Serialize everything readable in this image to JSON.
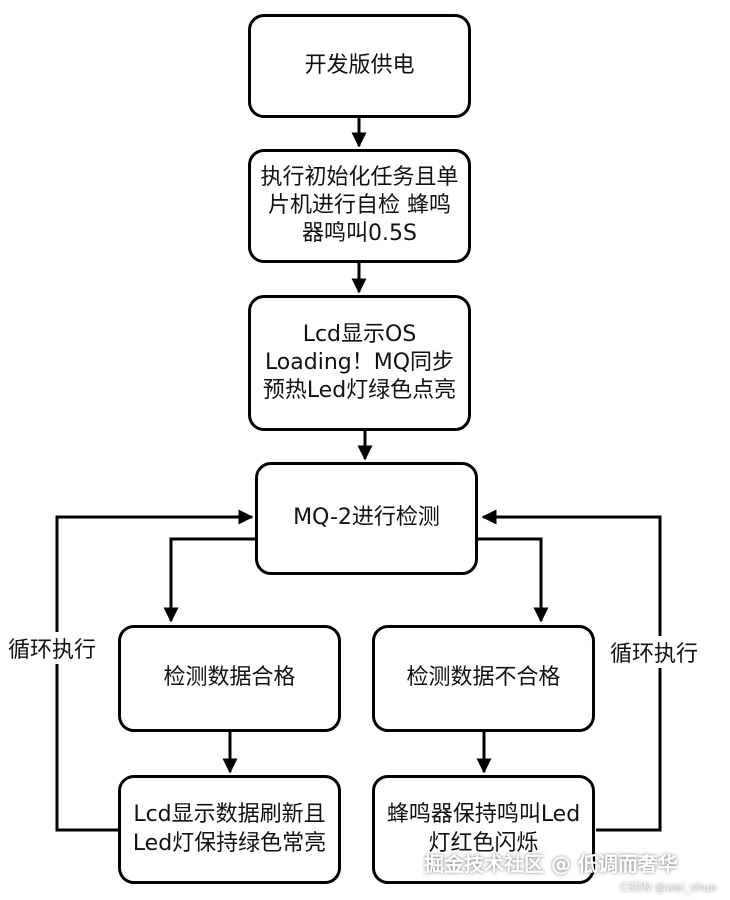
{
  "nodes": {
    "power": "开发版供电",
    "init": "执行初始化任务且单片机进行自检 蜂鸣器鸣叫0.5S",
    "loading": "Lcd显示OS Loading！MQ同步预热Led灯绿色点亮",
    "detect": "MQ-2进行检测",
    "pass": "检测数据合格",
    "fail": "检测数据不合格",
    "pass_action": "Lcd显示数据刷新且Led灯保持绿色常亮",
    "fail_action": "蜂鸣器保持鸣叫Led灯红色闪烁"
  },
  "edge_labels": {
    "loop_left": "循环执行",
    "loop_right": "循环执行"
  },
  "watermark": {
    "main": "掘金技术社区 @ 低调而奢华",
    "sub": "CSDN @wei_shuo"
  }
}
